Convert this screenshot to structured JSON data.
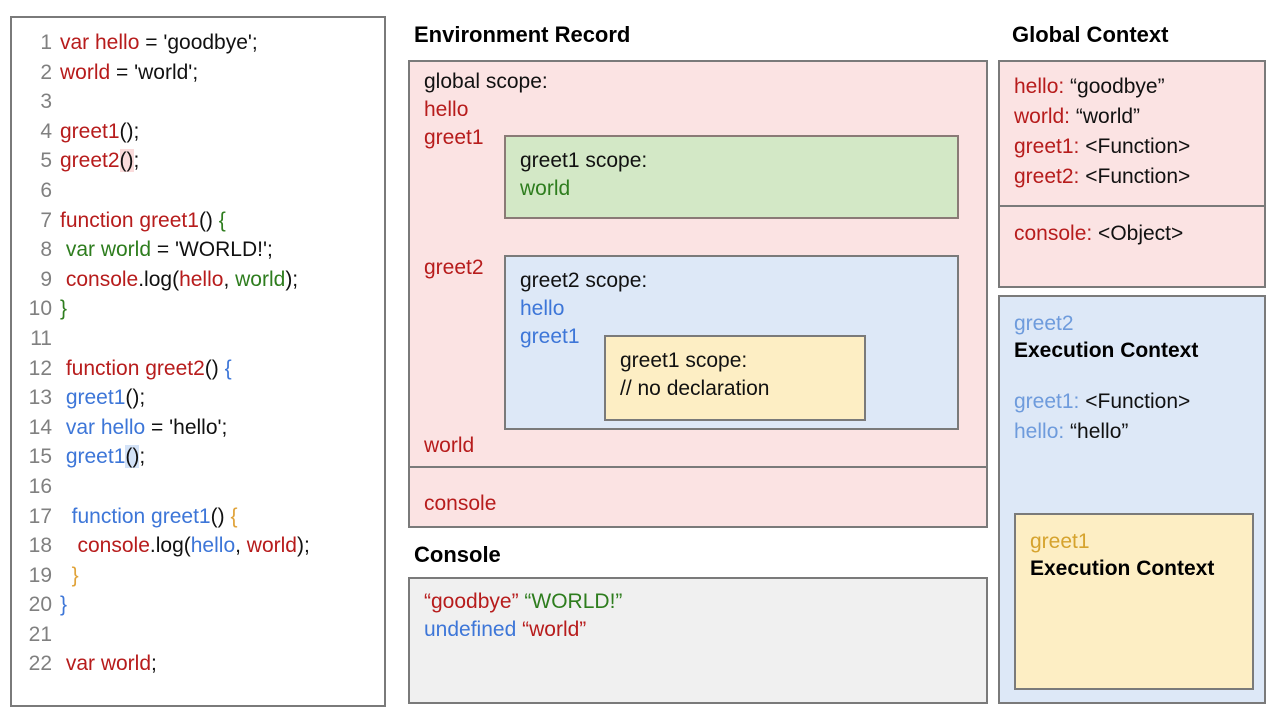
{
  "code_panel": {
    "lines": [
      {
        "n": "1",
        "tokens": [
          {
            "t": "var hello",
            "c": "red"
          },
          {
            "t": " = 'goodbye';",
            "c": "black"
          }
        ]
      },
      {
        "n": "2",
        "tokens": [
          {
            "t": "world",
            "c": "red"
          },
          {
            "t": " = 'world';",
            "c": "black"
          }
        ]
      },
      {
        "n": "3",
        "tokens": []
      },
      {
        "n": "4",
        "tokens": [
          {
            "t": "greet1",
            "c": "red"
          },
          {
            "t": "();",
            "c": "black"
          }
        ]
      },
      {
        "n": "5",
        "tokens": [
          {
            "t": "greet2",
            "c": "red"
          },
          {
            "t": "()",
            "c": "black",
            "hl": "red"
          },
          {
            "t": ";",
            "c": "black"
          }
        ]
      },
      {
        "n": "6",
        "tokens": []
      },
      {
        "n": "7",
        "tokens": [
          {
            "t": "function greet1",
            "c": "red"
          },
          {
            "t": "() ",
            "c": "black"
          },
          {
            "t": "{",
            "c": "green"
          }
        ]
      },
      {
        "n": "8",
        "tokens": [
          {
            "t": " var world",
            "c": "green"
          },
          {
            "t": " = 'WORLD!';",
            "c": "black"
          }
        ]
      },
      {
        "n": "9",
        "tokens": [
          {
            "t": " console",
            "c": "red"
          },
          {
            "t": ".log(",
            "c": "black"
          },
          {
            "t": "hello",
            "c": "red"
          },
          {
            "t": ", ",
            "c": "black"
          },
          {
            "t": "world",
            "c": "green"
          },
          {
            "t": ");",
            "c": "black"
          }
        ]
      },
      {
        "n": "10",
        "tokens": [
          {
            "t": "}",
            "c": "green"
          }
        ]
      },
      {
        "n": "11",
        "tokens": []
      },
      {
        "n": "12",
        "tokens": [
          {
            "t": " function greet2",
            "c": "red"
          },
          {
            "t": "() ",
            "c": "black"
          },
          {
            "t": "{",
            "c": "blue"
          }
        ]
      },
      {
        "n": "13",
        "tokens": [
          {
            "t": " greet1",
            "c": "blue"
          },
          {
            "t": "();",
            "c": "black"
          }
        ]
      },
      {
        "n": "14",
        "tokens": [
          {
            "t": " var hello",
            "c": "blue"
          },
          {
            "t": " = 'hello';",
            "c": "black"
          }
        ]
      },
      {
        "n": "15",
        "tokens": [
          {
            "t": " greet1",
            "c": "blue"
          },
          {
            "t": "()",
            "c": "black",
            "hl": "blue"
          },
          {
            "t": ";",
            "c": "black"
          }
        ]
      },
      {
        "n": "16",
        "tokens": []
      },
      {
        "n": "17",
        "tokens": [
          {
            "t": "  function greet1",
            "c": "blue"
          },
          {
            "t": "() ",
            "c": "black"
          },
          {
            "t": "{",
            "c": "gold"
          }
        ]
      },
      {
        "n": "18",
        "tokens": [
          {
            "t": "   console",
            "c": "red"
          },
          {
            "t": ".log(",
            "c": "black"
          },
          {
            "t": "hello",
            "c": "blue"
          },
          {
            "t": ", ",
            "c": "black"
          },
          {
            "t": "world",
            "c": "red"
          },
          {
            "t": ");",
            "c": "black"
          }
        ]
      },
      {
        "n": "19",
        "tokens": [
          {
            "t": "  }",
            "c": "gold"
          }
        ]
      },
      {
        "n": "20",
        "tokens": [
          {
            "t": "}",
            "c": "blue"
          }
        ]
      },
      {
        "n": "21",
        "tokens": []
      },
      {
        "n": "22",
        "tokens": [
          {
            "t": " var world",
            "c": "red"
          },
          {
            "t": ";",
            "c": "black"
          }
        ]
      }
    ]
  },
  "environment_record": {
    "title": "Environment Record",
    "global_scope_label": "global scope:",
    "bindings": {
      "hello": "hello",
      "greet1": "greet1",
      "greet2": "greet2",
      "world": "world",
      "console": "console"
    },
    "greet1_scope": {
      "title": "greet1 scope:",
      "entries": [
        "world"
      ]
    },
    "greet2_scope": {
      "title": "greet2 scope:",
      "entries": [
        "hello",
        "greet1"
      ],
      "nested_greet1_scope": {
        "title": "greet1 scope:",
        "comment": "// no declaration"
      }
    }
  },
  "console": {
    "title": "Console",
    "lines": [
      [
        {
          "t": "“goodbye”",
          "c": "red"
        },
        {
          "t": " ",
          "c": "black"
        },
        {
          "t": "“WORLD!”",
          "c": "green"
        }
      ],
      [
        {
          "t": "undefined",
          "c": "blue"
        },
        {
          "t": " ",
          "c": "black"
        },
        {
          "t": "“world”",
          "c": "red"
        }
      ]
    ]
  },
  "global_context": {
    "title": "Global Context",
    "variables": [
      {
        "key": "hello:",
        "value": " “goodbye”"
      },
      {
        "key": "world:",
        "value": " “world”"
      },
      {
        "key": "greet1:",
        "value": " <Function>"
      },
      {
        "key": "greet2:",
        "value": " <Function>"
      }
    ],
    "object_ref": {
      "key": "console:",
      "value": " <Object>"
    }
  },
  "greet2_execution_context": {
    "name": "greet2",
    "subtitle": "Execution Context",
    "variables": [
      {
        "key": "greet1:",
        "value": " <Function>"
      },
      {
        "key": "hello:",
        "value": " “hello”"
      }
    ],
    "greet1_execution_context": {
      "name": "greet1",
      "subtitle": "Execution Context"
    }
  },
  "colors": {
    "red": "#b71c1c",
    "green": "#2e7d1e",
    "blue": "#3d76d8",
    "gold": "#e0a33a",
    "pink_bg": "#fbe3e3",
    "green_bg": "#d3e8c6",
    "blue_bg": "#dde8f7",
    "yellow_bg": "#fdeec4",
    "console_bg": "#f0f0f0",
    "border": "#7a7a7a"
  }
}
